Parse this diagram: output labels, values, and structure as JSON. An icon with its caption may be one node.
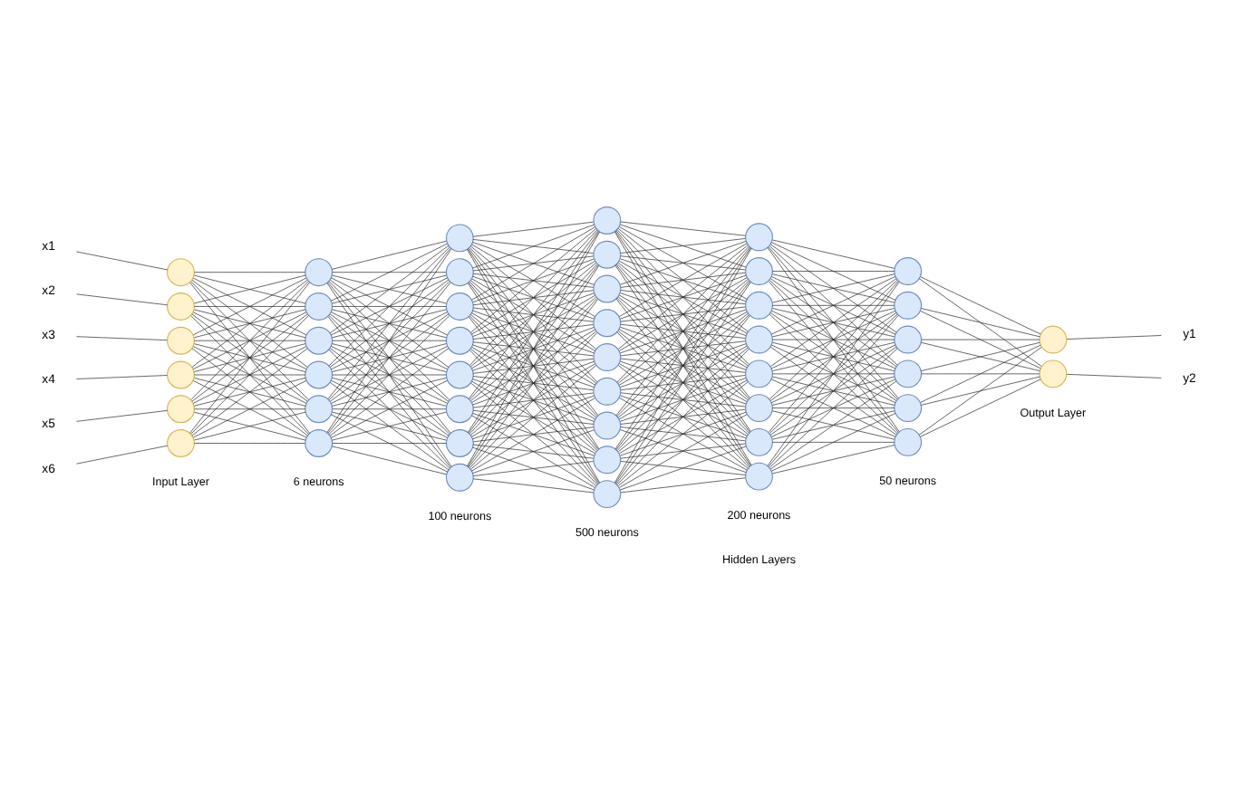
{
  "diagram": {
    "nodes": [
      {
        "text": [
          "x1"
        ]
      },
      {
        "text": [
          "x2"
        ]
      },
      {
        "text": [
          "x3"
        ]
      },
      {
        "text": [
          "x4"
        ]
      },
      {
        "text": [
          "x5"
        ]
      },
      {
        "text": [
          "x6"
        ]
      },
      {
        "text": [],
        "shape": "circle"
      },
      {
        "text": [],
        "shape": "circle"
      },
      {
        "text": [],
        "shape": "circle"
      },
      {
        "text": [],
        "shape": "circle"
      },
      {
        "text": [],
        "shape": "circle"
      },
      {
        "text": [],
        "shape": "circle"
      },
      {
        "text": [],
        "shape": "circle"
      },
      {
        "text": [],
        "shape": "circle"
      },
      {
        "text": [],
        "shape": "circle"
      },
      {
        "text": [],
        "shape": "circle"
      },
      {
        "text": [],
        "shape": "circle"
      },
      {
        "text": [],
        "shape": "circle"
      },
      {
        "text": [],
        "shape": "circle"
      },
      {
        "text": [],
        "shape": "circle"
      },
      {
        "text": [],
        "shape": "circle"
      },
      {
        "text": [],
        "shape": "circle"
      },
      {
        "text": [],
        "shape": "circle"
      },
      {
        "text": [],
        "shape": "circle"
      },
      {
        "text": [],
        "shape": "circle"
      },
      {
        "text": [],
        "shape": "circle"
      },
      {
        "text": [],
        "shape": "circle"
      },
      {
        "text": [],
        "shape": "circle"
      },
      {
        "text": [],
        "shape": "circle"
      },
      {
        "text": [],
        "shape": "circle"
      },
      {
        "text": [],
        "shape": "circle"
      },
      {
        "text": [],
        "shape": "circle"
      },
      {
        "text": [],
        "shape": "circle"
      },
      {
        "text": [],
        "shape": "circle"
      },
      {
        "text": [],
        "shape": "circle"
      },
      {
        "text": [],
        "shape": "circle"
      },
      {
        "text": [],
        "shape": "circle"
      },
      {
        "text": [],
        "shape": "circle"
      },
      {
        "text": [],
        "shape": "circle"
      },
      {
        "text": [],
        "shape": "circle"
      },
      {
        "text": [],
        "shape": "circle"
      },
      {
        "text": [],
        "shape": "circle"
      },
      {
        "text": [],
        "shape": "circle"
      },
      {
        "text": [],
        "shape": "circle"
      },
      {
        "text": [],
        "shape": "circle"
      },
      {
        "text": [],
        "shape": "circle"
      },
      {
        "text": [],
        "shape": "circle"
      },
      {
        "text": [],
        "shape": "circle"
      },
      {
        "text": [],
        "shape": "circle"
      },
      {
        "text": [],
        "shape": "circle"
      },
      {
        "text": [],
        "shape": "circle"
      },
      {
        "text": [
          "y1"
        ]
      },
      {
        "text": [
          "y2"
        ]
      }
    ],
    "edges": [
      {
        "from": 0,
        "to": 6,
        "arrow": "none"
      },
      {
        "from": 1,
        "to": 7,
        "arrow": "none"
      },
      {
        "from": 2,
        "to": 8,
        "arrow": "none"
      },
      {
        "from": 3,
        "to": 9,
        "arrow": "none"
      },
      {
        "from": 4,
        "to": 10,
        "arrow": "none"
      },
      {
        "from": 5,
        "to": 11,
        "arrow": "none"
      },
      {
        "from": 6,
        "to": 12,
        "arrow": "none"
      },
      {
        "from": 6,
        "to": 13,
        "arrow": "none"
      },
      {
        "from": 6,
        "to": 14,
        "arrow": "none"
      },
      {
        "from": 6,
        "to": 15,
        "arrow": "none"
      },
      {
        "from": 6,
        "to": 16,
        "arrow": "none"
      },
      {
        "from": 6,
        "to": 17,
        "arrow": "none"
      },
      {
        "from": 7,
        "to": 12,
        "arrow": "none"
      },
      {
        "from": 7,
        "to": 13,
        "arrow": "none"
      },
      {
        "from": 7,
        "to": 14,
        "arrow": "none"
      },
      {
        "from": 7,
        "to": 15,
        "arrow": "none"
      },
      {
        "from": 7,
        "to": 16,
        "arrow": "none"
      },
      {
        "from": 7,
        "to": 17,
        "arrow": "none"
      },
      {
        "from": 8,
        "to": 12,
        "arrow": "none"
      },
      {
        "from": 8,
        "to": 13,
        "arrow": "none"
      },
      {
        "from": 8,
        "to": 14,
        "arrow": "none"
      },
      {
        "from": 8,
        "to": 15,
        "arrow": "none"
      },
      {
        "from": 8,
        "to": 16,
        "arrow": "none"
      },
      {
        "from": 8,
        "to": 17,
        "arrow": "none"
      },
      {
        "from": 9,
        "to": 12,
        "arrow": "none"
      },
      {
        "from": 9,
        "to": 13,
        "arrow": "none"
      },
      {
        "from": 9,
        "to": 14,
        "arrow": "none"
      },
      {
        "from": 9,
        "to": 15,
        "arrow": "none"
      },
      {
        "from": 9,
        "to": 16,
        "arrow": "none"
      },
      {
        "from": 9,
        "to": 17,
        "arrow": "none"
      },
      {
        "from": 10,
        "to": 12,
        "arrow": "none"
      },
      {
        "from": 10,
        "to": 13,
        "arrow": "none"
      },
      {
        "from": 10,
        "to": 14,
        "arrow": "none"
      },
      {
        "from": 10,
        "to": 15,
        "arrow": "none"
      },
      {
        "from": 10,
        "to": 16,
        "arrow": "none"
      },
      {
        "from": 10,
        "to": 17,
        "arrow": "none"
      },
      {
        "from": 11,
        "to": 12,
        "arrow": "none"
      },
      {
        "from": 11,
        "to": 13,
        "arrow": "none"
      },
      {
        "from": 11,
        "to": 14,
        "arrow": "none"
      },
      {
        "from": 11,
        "to": 15,
        "arrow": "none"
      },
      {
        "from": 11,
        "to": 16,
        "arrow": "none"
      },
      {
        "from": 11,
        "to": 17,
        "arrow": "none"
      },
      {
        "from": 12,
        "to": 18,
        "arrow": "none"
      },
      {
        "from": 12,
        "to": 19,
        "arrow": "none"
      },
      {
        "from": 12,
        "to": 20,
        "arrow": "none"
      },
      {
        "from": 12,
        "to": 21,
        "arrow": "none"
      },
      {
        "from": 12,
        "to": 22,
        "arrow": "none"
      },
      {
        "from": 12,
        "to": 23,
        "arrow": "none"
      },
      {
        "from": 12,
        "to": 24,
        "arrow": "none"
      },
      {
        "from": 12,
        "to": 25,
        "arrow": "none"
      },
      {
        "from": 13,
        "to": 18,
        "arrow": "none"
      },
      {
        "from": 13,
        "to": 19,
        "arrow": "none"
      },
      {
        "from": 13,
        "to": 20,
        "arrow": "none"
      },
      {
        "from": 13,
        "to": 21,
        "arrow": "none"
      },
      {
        "from": 13,
        "to": 22,
        "arrow": "none"
      },
      {
        "from": 13,
        "to": 23,
        "arrow": "none"
      },
      {
        "from": 13,
        "to": 24,
        "arrow": "none"
      },
      {
        "from": 13,
        "to": 25,
        "arrow": "none"
      },
      {
        "from": 14,
        "to": 18,
        "arrow": "none"
      },
      {
        "from": 14,
        "to": 19,
        "arrow": "none"
      },
      {
        "from": 14,
        "to": 20,
        "arrow": "none"
      },
      {
        "from": 14,
        "to": 21,
        "arrow": "none"
      },
      {
        "from": 14,
        "to": 22,
        "arrow": "none"
      },
      {
        "from": 14,
        "to": 23,
        "arrow": "none"
      },
      {
        "from": 14,
        "to": 24,
        "arrow": "none"
      },
      {
        "from": 14,
        "to": 25,
        "arrow": "none"
      },
      {
        "from": 15,
        "to": 18,
        "arrow": "none"
      },
      {
        "from": 15,
        "to": 19,
        "arrow": "none"
      },
      {
        "from": 15,
        "to": 20,
        "arrow": "none"
      },
      {
        "from": 15,
        "to": 21,
        "arrow": "none"
      },
      {
        "from": 15,
        "to": 22,
        "arrow": "none"
      },
      {
        "from": 15,
        "to": 23,
        "arrow": "none"
      },
      {
        "from": 15,
        "to": 24,
        "arrow": "none"
      },
      {
        "from": 15,
        "to": 25,
        "arrow": "none"
      },
      {
        "from": 16,
        "to": 18,
        "arrow": "none"
      },
      {
        "from": 16,
        "to": 19,
        "arrow": "none"
      },
      {
        "from": 16,
        "to": 20,
        "arrow": "none"
      },
      {
        "from": 16,
        "to": 21,
        "arrow": "none"
      },
      {
        "from": 16,
        "to": 22,
        "arrow": "none"
      },
      {
        "from": 16,
        "to": 23,
        "arrow": "none"
      },
      {
        "from": 16,
        "to": 24,
        "arrow": "none"
      },
      {
        "from": 16,
        "to": 25,
        "arrow": "none"
      },
      {
        "from": 17,
        "to": 18,
        "arrow": "none"
      },
      {
        "from": 17,
        "to": 19,
        "arrow": "none"
      },
      {
        "from": 17,
        "to": 20,
        "arrow": "none"
      },
      {
        "from": 17,
        "to": 21,
        "arrow": "none"
      },
      {
        "from": 17,
        "to": 22,
        "arrow": "none"
      },
      {
        "from": 17,
        "to": 23,
        "arrow": "none"
      },
      {
        "from": 17,
        "to": 24,
        "arrow": "none"
      },
      {
        "from": 17,
        "to": 25,
        "arrow": "none"
      },
      {
        "from": 18,
        "to": 26,
        "arrow": "none"
      },
      {
        "from": 18,
        "to": 27,
        "arrow": "none"
      },
      {
        "from": 18,
        "to": 28,
        "arrow": "none"
      },
      {
        "from": 18,
        "to": 29,
        "arrow": "none"
      },
      {
        "from": 18,
        "to": 30,
        "arrow": "none"
      },
      {
        "from": 18,
        "to": 31,
        "arrow": "none"
      },
      {
        "from": 18,
        "to": 32,
        "arrow": "none"
      },
      {
        "from": 18,
        "to": 33,
        "arrow": "none"
      },
      {
        "from": 18,
        "to": 34,
        "arrow": "none"
      },
      {
        "from": 19,
        "to": 26,
        "arrow": "none"
      },
      {
        "from": 19,
        "to": 27,
        "arrow": "none"
      },
      {
        "from": 19,
        "to": 28,
        "arrow": "none"
      },
      {
        "from": 19,
        "to": 29,
        "arrow": "none"
      },
      {
        "from": 19,
        "to": 30,
        "arrow": "none"
      },
      {
        "from": 19,
        "to": 31,
        "arrow": "none"
      },
      {
        "from": 19,
        "to": 32,
        "arrow": "none"
      },
      {
        "from": 19,
        "to": 33,
        "arrow": "none"
      },
      {
        "from": 19,
        "to": 34,
        "arrow": "none"
      },
      {
        "from": 20,
        "to": 26,
        "arrow": "none"
      },
      {
        "from": 20,
        "to": 27,
        "arrow": "none"
      },
      {
        "from": 20,
        "to": 28,
        "arrow": "none"
      },
      {
        "from": 20,
        "to": 29,
        "arrow": "none"
      },
      {
        "from": 20,
        "to": 30,
        "arrow": "none"
      },
      {
        "from": 20,
        "to": 31,
        "arrow": "none"
      },
      {
        "from": 20,
        "to": 32,
        "arrow": "none"
      },
      {
        "from": 20,
        "to": 33,
        "arrow": "none"
      },
      {
        "from": 20,
        "to": 34,
        "arrow": "none"
      },
      {
        "from": 21,
        "to": 26,
        "arrow": "none"
      },
      {
        "from": 21,
        "to": 27,
        "arrow": "none"
      },
      {
        "from": 21,
        "to": 28,
        "arrow": "none"
      },
      {
        "from": 21,
        "to": 29,
        "arrow": "none"
      },
      {
        "from": 21,
        "to": 30,
        "arrow": "none"
      },
      {
        "from": 21,
        "to": 31,
        "arrow": "none"
      },
      {
        "from": 21,
        "to": 32,
        "arrow": "none"
      },
      {
        "from": 21,
        "to": 33,
        "arrow": "none"
      },
      {
        "from": 21,
        "to": 34,
        "arrow": "none"
      },
      {
        "from": 22,
        "to": 26,
        "arrow": "none"
      },
      {
        "from": 22,
        "to": 27,
        "arrow": "none"
      },
      {
        "from": 22,
        "to": 28,
        "arrow": "none"
      },
      {
        "from": 22,
        "to": 29,
        "arrow": "none"
      },
      {
        "from": 22,
        "to": 30,
        "arrow": "none"
      },
      {
        "from": 22,
        "to": 31,
        "arrow": "none"
      },
      {
        "from": 22,
        "to": 32,
        "arrow": "none"
      },
      {
        "from": 22,
        "to": 33,
        "arrow": "none"
      },
      {
        "from": 22,
        "to": 34,
        "arrow": "none"
      },
      {
        "from": 23,
        "to": 26,
        "arrow": "none"
      },
      {
        "from": 23,
        "to": 27,
        "arrow": "none"
      },
      {
        "from": 23,
        "to": 28,
        "arrow": "none"
      },
      {
        "from": 23,
        "to": 29,
        "arrow": "none"
      },
      {
        "from": 23,
        "to": 30,
        "arrow": "none"
      },
      {
        "from": 23,
        "to": 31,
        "arrow": "none"
      },
      {
        "from": 23,
        "to": 32,
        "arrow": "none"
      },
      {
        "from": 23,
        "to": 33,
        "arrow": "none"
      },
      {
        "from": 23,
        "to": 34,
        "arrow": "none"
      },
      {
        "from": 24,
        "to": 26,
        "arrow": "none"
      },
      {
        "from": 24,
        "to": 27,
        "arrow": "none"
      },
      {
        "from": 24,
        "to": 28,
        "arrow": "none"
      },
      {
        "from": 24,
        "to": 29,
        "arrow": "none"
      },
      {
        "from": 24,
        "to": 30,
        "arrow": "none"
      },
      {
        "from": 24,
        "to": 31,
        "arrow": "none"
      },
      {
        "from": 24,
        "to": 32,
        "arrow": "none"
      },
      {
        "from": 24,
        "to": 33,
        "arrow": "none"
      },
      {
        "from": 24,
        "to": 34,
        "arrow": "none"
      },
      {
        "from": 25,
        "to": 26,
        "arrow": "none"
      },
      {
        "from": 25,
        "to": 27,
        "arrow": "none"
      },
      {
        "from": 25,
        "to": 28,
        "arrow": "none"
      },
      {
        "from": 25,
        "to": 29,
        "arrow": "none"
      },
      {
        "from": 25,
        "to": 30,
        "arrow": "none"
      },
      {
        "from": 25,
        "to": 31,
        "arrow": "none"
      },
      {
        "from": 25,
        "to": 32,
        "arrow": "none"
      },
      {
        "from": 25,
        "to": 33,
        "arrow": "none"
      },
      {
        "from": 25,
        "to": 34,
        "arrow": "none"
      },
      {
        "from": 26,
        "to": 35,
        "arrow": "none"
      },
      {
        "from": 26,
        "to": 36,
        "arrow": "none"
      },
      {
        "from": 26,
        "to": 37,
        "arrow": "none"
      },
      {
        "from": 26,
        "to": 38,
        "arrow": "none"
      },
      {
        "from": 26,
        "to": 39,
        "arrow": "none"
      },
      {
        "from": 26,
        "to": 40,
        "arrow": "none"
      },
      {
        "from": 26,
        "to": 41,
        "arrow": "none"
      },
      {
        "from": 26,
        "to": 42,
        "arrow": "none"
      },
      {
        "from": 27,
        "to": 35,
        "arrow": "none"
      },
      {
        "from": 27,
        "to": 36,
        "arrow": "none"
      },
      {
        "from": 27,
        "to": 37,
        "arrow": "none"
      },
      {
        "from": 27,
        "to": 38,
        "arrow": "none"
      },
      {
        "from": 27,
        "to": 39,
        "arrow": "none"
      },
      {
        "from": 27,
        "to": 40,
        "arrow": "none"
      },
      {
        "from": 27,
        "to": 41,
        "arrow": "none"
      },
      {
        "from": 27,
        "to": 42,
        "arrow": "none"
      },
      {
        "from": 28,
        "to": 35,
        "arrow": "none"
      },
      {
        "from": 28,
        "to": 36,
        "arrow": "none"
      },
      {
        "from": 28,
        "to": 37,
        "arrow": "none"
      },
      {
        "from": 28,
        "to": 38,
        "arrow": "none"
      },
      {
        "from": 28,
        "to": 39,
        "arrow": "none"
      },
      {
        "from": 28,
        "to": 40,
        "arrow": "none"
      },
      {
        "from": 28,
        "to": 41,
        "arrow": "none"
      },
      {
        "from": 28,
        "to": 42,
        "arrow": "none"
      },
      {
        "from": 29,
        "to": 35,
        "arrow": "none"
      },
      {
        "from": 29,
        "to": 36,
        "arrow": "none"
      },
      {
        "from": 29,
        "to": 37,
        "arrow": "none"
      },
      {
        "from": 29,
        "to": 38,
        "arrow": "none"
      },
      {
        "from": 29,
        "to": 39,
        "arrow": "none"
      },
      {
        "from": 29,
        "to": 40,
        "arrow": "none"
      },
      {
        "from": 29,
        "to": 41,
        "arrow": "none"
      },
      {
        "from": 29,
        "to": 42,
        "arrow": "none"
      },
      {
        "from": 30,
        "to": 35,
        "arrow": "none"
      },
      {
        "from": 30,
        "to": 36,
        "arrow": "none"
      },
      {
        "from": 30,
        "to": 37,
        "arrow": "none"
      },
      {
        "from": 30,
        "to": 38,
        "arrow": "none"
      },
      {
        "from": 30,
        "to": 39,
        "arrow": "none"
      },
      {
        "from": 30,
        "to": 40,
        "arrow": "none"
      },
      {
        "from": 30,
        "to": 41,
        "arrow": "none"
      },
      {
        "from": 30,
        "to": 42,
        "arrow": "none"
      },
      {
        "from": 31,
        "to": 35,
        "arrow": "none"
      },
      {
        "from": 31,
        "to": 36,
        "arrow": "none"
      },
      {
        "from": 31,
        "to": 37,
        "arrow": "none"
      },
      {
        "from": 31,
        "to": 38,
        "arrow": "none"
      },
      {
        "from": 31,
        "to": 39,
        "arrow": "none"
      },
      {
        "from": 31,
        "to": 40,
        "arrow": "none"
      },
      {
        "from": 31,
        "to": 41,
        "arrow": "none"
      },
      {
        "from": 31,
        "to": 42,
        "arrow": "none"
      },
      {
        "from": 32,
        "to": 35,
        "arrow": "none"
      },
      {
        "from": 32,
        "to": 36,
        "arrow": "none"
      },
      {
        "from": 32,
        "to": 37,
        "arrow": "none"
      },
      {
        "from": 32,
        "to": 38,
        "arrow": "none"
      },
      {
        "from": 32,
        "to": 39,
        "arrow": "none"
      },
      {
        "from": 32,
        "to": 40,
        "arrow": "none"
      },
      {
        "from": 32,
        "to": 41,
        "arrow": "none"
      },
      {
        "from": 32,
        "to": 42,
        "arrow": "none"
      },
      {
        "from": 33,
        "to": 35,
        "arrow": "none"
      },
      {
        "from": 33,
        "to": 36,
        "arrow": "none"
      },
      {
        "from": 33,
        "to": 37,
        "arrow": "none"
      },
      {
        "from": 33,
        "to": 38,
        "arrow": "none"
      },
      {
        "from": 33,
        "to": 39,
        "arrow": "none"
      },
      {
        "from": 33,
        "to": 40,
        "arrow": "none"
      },
      {
        "from": 33,
        "to": 41,
        "arrow": "none"
      },
      {
        "from": 33,
        "to": 42,
        "arrow": "none"
      },
      {
        "from": 34,
        "to": 35,
        "arrow": "none"
      },
      {
        "from": 34,
        "to": 36,
        "arrow": "none"
      },
      {
        "from": 34,
        "to": 37,
        "arrow": "none"
      },
      {
        "from": 34,
        "to": 38,
        "arrow": "none"
      },
      {
        "from": 34,
        "to": 39,
        "arrow": "none"
      },
      {
        "from": 34,
        "to": 40,
        "arrow": "none"
      },
      {
        "from": 34,
        "to": 41,
        "arrow": "none"
      },
      {
        "from": 34,
        "to": 42,
        "arrow": "none"
      },
      {
        "from": 35,
        "to": 43,
        "arrow": "none"
      },
      {
        "from": 35,
        "to": 44,
        "arrow": "none"
      },
      {
        "from": 35,
        "to": 45,
        "arrow": "none"
      },
      {
        "from": 35,
        "to": 46,
        "arrow": "none"
      },
      {
        "from": 35,
        "to": 47,
        "arrow": "none"
      },
      {
        "from": 35,
        "to": 48,
        "arrow": "none"
      },
      {
        "from": 36,
        "to": 43,
        "arrow": "none"
      },
      {
        "from": 36,
        "to": 44,
        "arrow": "none"
      },
      {
        "from": 36,
        "to": 45,
        "arrow": "none"
      },
      {
        "from": 36,
        "to": 46,
        "arrow": "none"
      },
      {
        "from": 36,
        "to": 47,
        "arrow": "none"
      },
      {
        "from": 36,
        "to": 48,
        "arrow": "none"
      },
      {
        "from": 37,
        "to": 43,
        "arrow": "none"
      },
      {
        "from": 37,
        "to": 44,
        "arrow": "none"
      },
      {
        "from": 37,
        "to": 45,
        "arrow": "none"
      },
      {
        "from": 37,
        "to": 46,
        "arrow": "none"
      },
      {
        "from": 37,
        "to": 47,
        "arrow": "none"
      },
      {
        "from": 37,
        "to": 48,
        "arrow": "none"
      },
      {
        "from": 38,
        "to": 43,
        "arrow": "none"
      },
      {
        "from": 38,
        "to": 44,
        "arrow": "none"
      },
      {
        "from": 38,
        "to": 45,
        "arrow": "none"
      },
      {
        "from": 38,
        "to": 46,
        "arrow": "none"
      },
      {
        "from": 38,
        "to": 47,
        "arrow": "none"
      },
      {
        "from": 38,
        "to": 48,
        "arrow": "none"
      },
      {
        "from": 39,
        "to": 43,
        "arrow": "none"
      },
      {
        "from": 39,
        "to": 44,
        "arrow": "none"
      },
      {
        "from": 39,
        "to": 45,
        "arrow": "none"
      },
      {
        "from": 39,
        "to": 46,
        "arrow": "none"
      },
      {
        "from": 39,
        "to": 47,
        "arrow": "none"
      },
      {
        "from": 39,
        "to": 48,
        "arrow": "none"
      },
      {
        "from": 40,
        "to": 43,
        "arrow": "none"
      },
      {
        "from": 40,
        "to": 44,
        "arrow": "none"
      },
      {
        "from": 40,
        "to": 45,
        "arrow": "none"
      },
      {
        "from": 40,
        "to": 46,
        "arrow": "none"
      },
      {
        "from": 40,
        "to": 47,
        "arrow": "none"
      },
      {
        "from": 40,
        "to": 48,
        "arrow": "none"
      },
      {
        "from": 41,
        "to": 43,
        "arrow": "none"
      },
      {
        "from": 41,
        "to": 44,
        "arrow": "none"
      },
      {
        "from": 41,
        "to": 45,
        "arrow": "none"
      },
      {
        "from": 41,
        "to": 46,
        "arrow": "none"
      },
      {
        "from": 41,
        "to": 47,
        "arrow": "none"
      },
      {
        "from": 41,
        "to": 48,
        "arrow": "none"
      },
      {
        "from": 42,
        "to": 43,
        "arrow": "none"
      },
      {
        "from": 42,
        "to": 44,
        "arrow": "none"
      },
      {
        "from": 42,
        "to": 45,
        "arrow": "none"
      },
      {
        "from": 42,
        "to": 46,
        "arrow": "none"
      },
      {
        "from": 42,
        "to": 47,
        "arrow": "none"
      },
      {
        "from": 42,
        "to": 48,
        "arrow": "none"
      },
      {
        "from": 43,
        "to": 49,
        "arrow": "none"
      },
      {
        "from": 43,
        "to": 50,
        "arrow": "none"
      },
      {
        "from": 44,
        "to": 49,
        "arrow": "none"
      },
      {
        "from": 44,
        "to": 50,
        "arrow": "none"
      },
      {
        "from": 45,
        "to": 49,
        "arrow": "none"
      },
      {
        "from": 45,
        "to": 50,
        "arrow": "none"
      },
      {
        "from": 46,
        "to": 49,
        "arrow": "none"
      },
      {
        "from": 46,
        "to": 50,
        "arrow": "none"
      },
      {
        "from": 47,
        "to": 49,
        "arrow": "none"
      },
      {
        "from": 47,
        "to": 50,
        "arrow": "none"
      },
      {
        "from": 48,
        "to": 49,
        "arrow": "none"
      },
      {
        "from": 48,
        "to": 50,
        "arrow": "none"
      },
      {
        "from": 49,
        "to": 51,
        "arrow": "none"
      },
      {
        "from": 50,
        "to": 52,
        "arrow": "none"
      }
    ],
    "labels": [
      "Input Layer",
      "6 neurons",
      "100 neurons",
      "500 neurons",
      "200 neurons",
      "50 neurons",
      "Output Layer",
      "Hidden Layers"
    ]
  }
}
